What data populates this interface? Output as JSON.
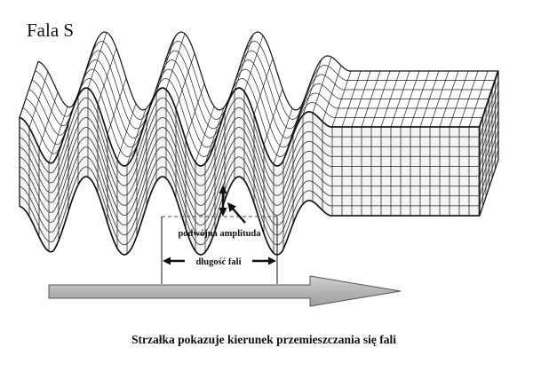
{
  "title": "Fala S",
  "labels": {
    "double_amplitude": "podwójna amplituda",
    "wavelength": "długość fali"
  },
  "caption": "Strzałka pokazuje kierunek przemieszczania się fali",
  "colors": {
    "ink": "#111111",
    "front_face": "#f4f4f4",
    "top_face": "#ffffff",
    "side_face": "#e6e6e6",
    "direction_arrow": "#b5b5b5"
  }
}
